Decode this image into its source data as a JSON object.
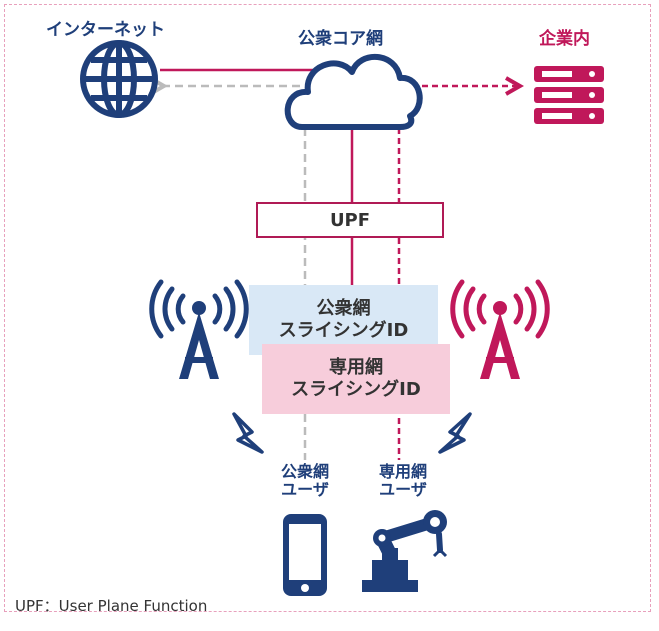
{
  "labels": {
    "internet": "インターネット",
    "core_network": "公衆コア網",
    "enterprise": "企業内",
    "upf": "UPF",
    "public_slice_line1": "公衆網",
    "public_slice_line2": "スライシングID",
    "private_slice_line1": "専用網",
    "private_slice_line2": "スライシングID",
    "public_user_line1": "公衆網",
    "public_user_line2": "ユーザ",
    "private_user_line1": "専用網",
    "private_user_line2": "ユーザ"
  },
  "footnote": "UPF：User Plane Function",
  "colors": {
    "public": "#1f3f7a",
    "private": "#c0185a",
    "public_path": "#bbbbbb",
    "frame": "#e8a0bc"
  },
  "icons": {
    "internet": "globe-icon",
    "core": "cloud-icon",
    "enterprise": "server-icon",
    "public_antenna": "antenna-icon",
    "private_antenna": "antenna-icon",
    "public_user": "smartphone-icon",
    "private_user": "robot-arm-icon"
  }
}
